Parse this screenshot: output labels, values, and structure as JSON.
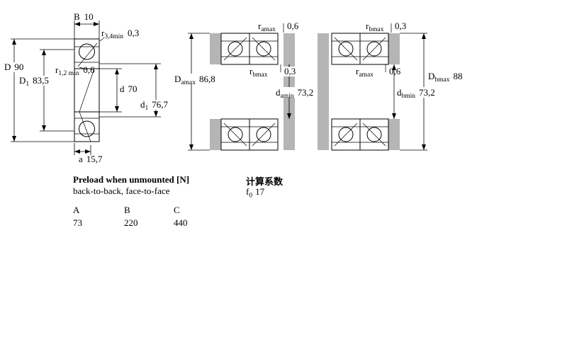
{
  "single_bearing_view": {
    "B": {
      "label": "B",
      "value": "10"
    },
    "r34": {
      "label": "r",
      "sub": "3,4min",
      "value": "0,3"
    },
    "D": {
      "label": "D",
      "value": "90"
    },
    "r12": {
      "label": "r",
      "sub": "1,2 min",
      "value": "0,6"
    },
    "D1": {
      "label": "D",
      "sub": "1",
      "value": "83,5"
    },
    "d": {
      "label": "d",
      "value": "70"
    },
    "d1": {
      "label": "d",
      "sub": "1",
      "value": "76,7"
    },
    "a": {
      "label": "a",
      "value": "15,7"
    }
  },
  "back_to_back_view": {
    "r_amax": {
      "label": "r",
      "sub": "amax",
      "value": "0,6"
    },
    "r_bmax": {
      "label": "r",
      "sub": "bmax",
      "value": "0,3"
    },
    "D_amax": {
      "label": "D",
      "sub": "amax",
      "value": "86,8"
    },
    "d_amin": {
      "label": "d",
      "sub": "amin",
      "value": "73,2"
    }
  },
  "face_to_face_view": {
    "r_bmax": {
      "label": "r",
      "sub": "bmax",
      "value": "0,3"
    },
    "r_amax": {
      "label": "r",
      "sub": "amax",
      "value": "0,6"
    },
    "D_bmax": {
      "label": "D",
      "sub": "bmax",
      "value": "88"
    },
    "d_bmin": {
      "label": "d",
      "sub": "bmin",
      "value": "73,2"
    }
  },
  "preload_table": {
    "title": "Preload when unmounted [N]",
    "subtitle": "back-to-back, face-to-face",
    "columns": [
      "A",
      "B",
      "C"
    ],
    "values": [
      "73",
      "220",
      "440"
    ]
  },
  "calculation_factors": {
    "title": "计算系数",
    "f0": {
      "label": "f",
      "sub": "0",
      "value": "17"
    }
  },
  "colors": {
    "steel_gray": "#b5b5b5",
    "line_black": "#000000"
  }
}
